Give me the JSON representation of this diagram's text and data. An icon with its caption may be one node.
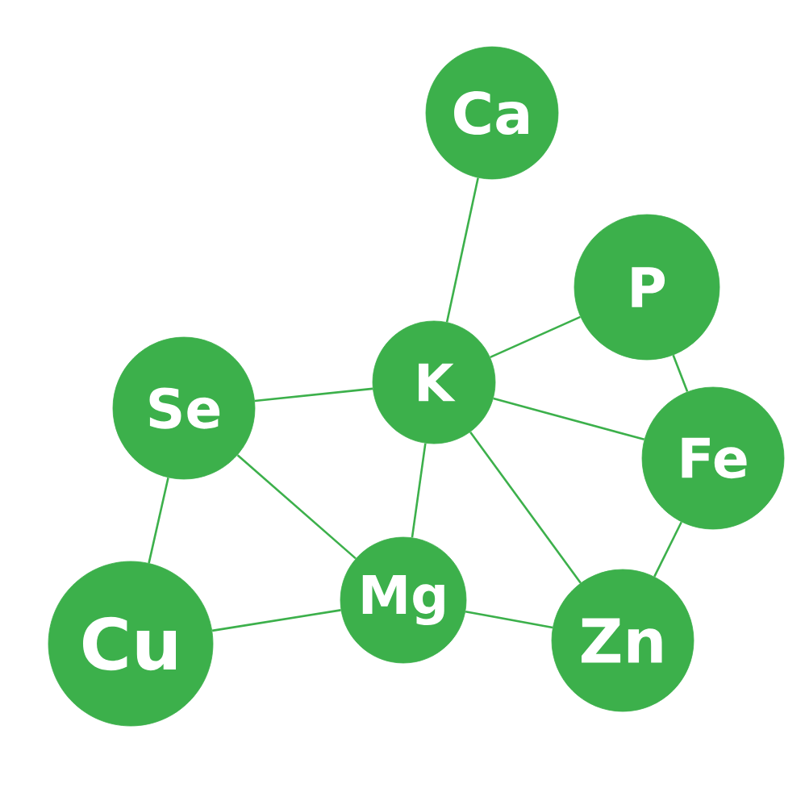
{
  "diagram": {
    "nodes": [
      {
        "text": [
          "Ca"
        ]
      },
      {
        "text": [
          "P"
        ]
      },
      {
        "text": [
          "K"
        ]
      },
      {
        "text": [
          "Se"
        ]
      },
      {
        "text": [
          "Fe"
        ]
      },
      {
        "text": [
          "Mg"
        ]
      },
      {
        "text": [
          "Zn"
        ]
      },
      {
        "text": [
          "Cu"
        ]
      }
    ],
    "edges": [
      {
        "from": 0,
        "to": 2,
        "arrow": "none"
      },
      {
        "from": 2,
        "to": 1,
        "arrow": "none"
      },
      {
        "from": 3,
        "to": 2,
        "arrow": "none"
      },
      {
        "from": 2,
        "to": 4,
        "arrow": "none"
      },
      {
        "from": 2,
        "to": 5,
        "arrow": "none"
      },
      {
        "from": 2,
        "to": 6,
        "arrow": "none"
      },
      {
        "from": 1,
        "to": 4,
        "arrow": "none"
      },
      {
        "from": 4,
        "to": 6,
        "arrow": "none"
      },
      {
        "from": 3,
        "to": 7,
        "arrow": "none"
      },
      {
        "from": 3,
        "to": 5,
        "arrow": "none"
      },
      {
        "from": 7,
        "to": 5,
        "arrow": "none"
      },
      {
        "from": 5,
        "to": 6,
        "arrow": "none"
      }
    ]
  }
}
